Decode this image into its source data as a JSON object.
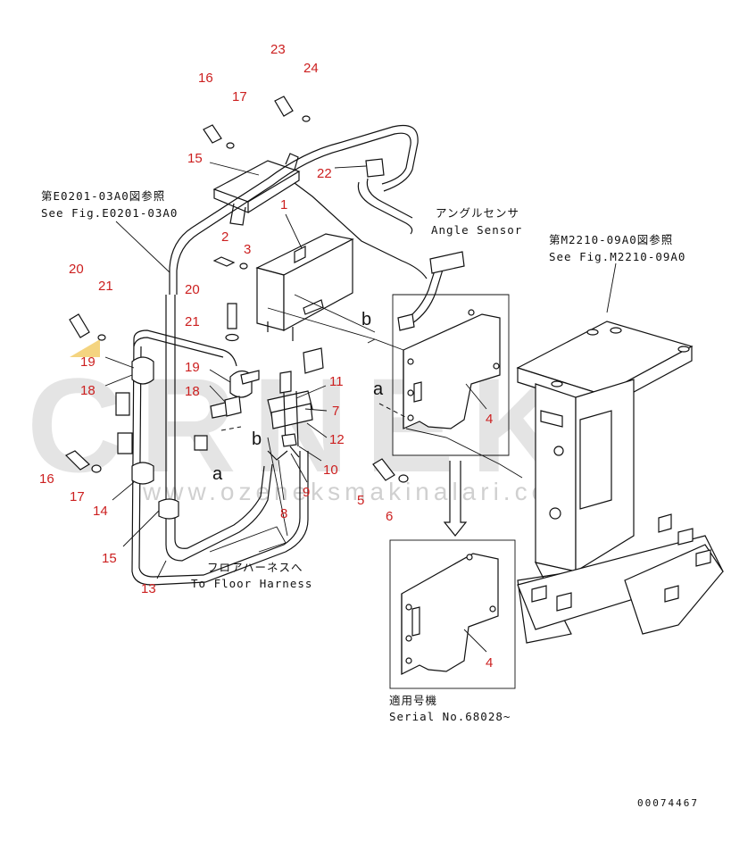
{
  "watermark": {
    "text": "CRNEK",
    "url": "www.ozeneksmakinalari.com.tr"
  },
  "references": {
    "left_jp": "第E0201-03A0図参照",
    "left_en": "See Fig.E0201-03A0",
    "right_jp": "第M2210-09A0図参照",
    "right_en": "See Fig.M2210-09A0"
  },
  "sensor": {
    "jp": "アングルセンサ",
    "en": "Angle Sensor"
  },
  "floor": {
    "jp": "フロアハーネスへ",
    "en": "To Floor Harness"
  },
  "serial": {
    "jp": "適用号機",
    "en": "Serial No.68028~"
  },
  "drawing_code": "00074467",
  "detail_letters": [
    "a",
    "b",
    "a",
    "b"
  ],
  "part_numbers": [
    "23",
    "24",
    "16",
    "17",
    "15",
    "22",
    "1",
    "2",
    "3",
    "20",
    "21",
    "20",
    "21",
    "19",
    "18",
    "19",
    "18",
    "11",
    "7",
    "12",
    "10",
    "9",
    "8",
    "4",
    "16",
    "17",
    "14",
    "5",
    "6",
    "15",
    "13",
    "4"
  ]
}
